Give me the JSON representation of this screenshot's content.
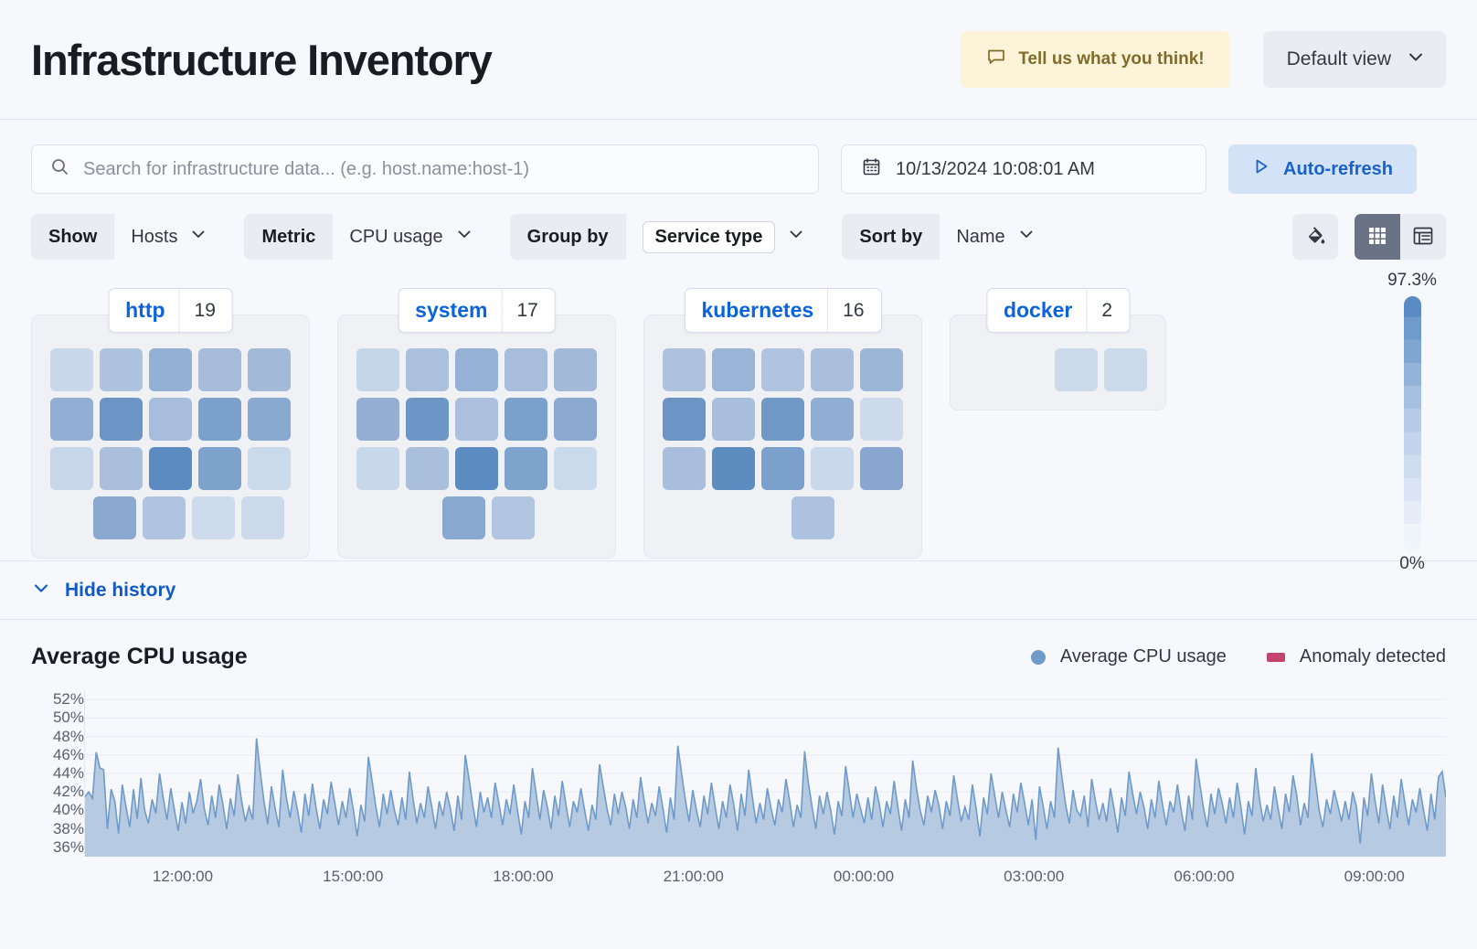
{
  "header": {
    "title": "Infrastructure Inventory",
    "feedback_label": "Tell us what you think!",
    "feedback_icon": "comment-icon",
    "view_label": "Default view",
    "view_chevron_icon": "chevron-down-icon"
  },
  "search": {
    "placeholder": "Search for infrastructure data... (e.g. host.name:host-1)",
    "value": "",
    "icon": "search-icon"
  },
  "datepicker": {
    "value": "10/13/2024 10:08:01 AM",
    "icon": "calendar-icon"
  },
  "autorefresh": {
    "label": "Auto-refresh",
    "icon": "play-icon"
  },
  "controls": [
    {
      "label": "Show",
      "value": "Hosts",
      "boxed": false
    },
    {
      "label": "Metric",
      "value": "CPU usage",
      "boxed": false
    },
    {
      "label": "Group by",
      "value": "Service type",
      "boxed": true
    },
    {
      "label": "Sort by",
      "value": "Name",
      "boxed": false
    }
  ],
  "toolbar_right": {
    "palette_icon": "paint-fill-icon",
    "grid_view_icon": "grid-view-icon",
    "table_view_icon": "table-view-icon",
    "active_view": "grid"
  },
  "legend_scale": {
    "top_label": "97.3%",
    "bottom_label": "0%"
  },
  "groups": [
    {
      "name": "http",
      "count": "19",
      "rows": [
        {
          "offset": "none",
          "tiles": [
            "#c8d8ea",
            "#aec3de",
            "#94b0d5",
            "#a6bcda",
            "#a2b9d8"
          ]
        },
        {
          "offset": "none",
          "tiles": [
            "#93aed4",
            "#6a95c5",
            "#a8bddb",
            "#7ba0cb",
            "#8aa9d1"
          ]
        },
        {
          "offset": "none",
          "tiles": [
            "#c7d7e9",
            "#aabfdc",
            "#5b8bc0",
            "#7da2cc",
            "#cadaeb"
          ]
        },
        {
          "offset": "off1",
          "tiles": [
            "#8aa8d0",
            "#b0c4df",
            "#cddbec",
            "#cbd9ea"
          ]
        }
      ]
    },
    {
      "name": "system",
      "count": "17",
      "rows": [
        {
          "offset": "none",
          "tiles": [
            "#c6d6e9",
            "#abc0dd",
            "#95b1d6",
            "#a8bddb",
            "#a3b9d8"
          ]
        },
        {
          "offset": "none",
          "tiles": [
            "#94aed4",
            "#6b96c6",
            "#acc0dd",
            "#7ba0cb",
            "#8ba9d1"
          ]
        },
        {
          "offset": "none",
          "tiles": [
            "#c8d7ea",
            "#aabfdc",
            "#5c8cc1",
            "#7ea3cd",
            "#cbdaeb"
          ]
        },
        {
          "offset": "center2",
          "tiles": [
            "#89a8d0",
            "#b1c5e0"
          ]
        }
      ]
    },
    {
      "name": "kubernetes",
      "count": "16",
      "rows": [
        {
          "offset": "none",
          "tiles": [
            "#aec2de",
            "#9ab4d7",
            "#b0c4df",
            "#aabfdc",
            "#9cb6d8"
          ]
        },
        {
          "offset": "none",
          "tiles": [
            "#6a95c5",
            "#a9bedc",
            "#7099c8",
            "#90aed3",
            "#ccdaeb"
          ]
        },
        {
          "offset": "none",
          "tiles": [
            "#a9bedc",
            "#5d8cc1",
            "#7ba0cb",
            "#c9d8ea",
            "#88a6cf"
          ]
        },
        {
          "offset": "center1",
          "tiles": [
            "#adc2de"
          ]
        }
      ]
    },
    {
      "name": "docker",
      "count": "2",
      "rows": [
        {
          "offset": "center2",
          "tiles": [
            "#ccd9e8",
            "#ccd9e8"
          ]
        }
      ]
    }
  ],
  "history": {
    "toggle_label": "Hide history",
    "toggle_icon": "chevron-down-icon"
  },
  "chart_data": {
    "type": "area",
    "title": "Average CPU usage",
    "xlabel": "",
    "ylabel": "",
    "ylim": [
      35,
      53
    ],
    "y_ticks": [
      "36%",
      "38%",
      "40%",
      "42%",
      "44%",
      "46%",
      "48%",
      "50%",
      "52%"
    ],
    "y_tick_values": [
      36,
      38,
      40,
      42,
      44,
      46,
      48,
      50,
      52
    ],
    "x_ticks": [
      "12:00:00",
      "15:00:00",
      "18:00:00",
      "21:00:00",
      "00:00:00",
      "03:00:00",
      "06:00:00",
      "09:00:00"
    ],
    "grid": true,
    "legend_position": "top-right",
    "series": [
      {
        "name": "Average CPU usage",
        "color": "#6f9ac9",
        "fill": "#b2c8e0",
        "values": [
          41.5,
          42.0,
          41.3,
          46.3,
          44.6,
          44.4,
          38.0,
          42.3,
          41.0,
          37.5,
          42.8,
          40.4,
          38.2,
          42.3,
          39.1,
          43.5,
          40.0,
          38.6,
          41.2,
          39.7,
          44.0,
          41.3,
          39.0,
          42.4,
          40.0,
          37.8,
          40.9,
          38.6,
          42.0,
          39.7,
          41.0,
          43.4,
          40.2,
          38.4,
          41.6,
          39.2,
          42.8,
          40.6,
          38.0,
          41.3,
          39.4,
          43.9,
          41.0,
          38.8,
          40.4,
          39.0,
          47.8,
          44.2,
          41.0,
          38.5,
          42.6,
          40.2,
          38.2,
          44.4,
          41.4,
          39.2,
          42.1,
          40.0,
          37.6,
          41.8,
          39.4,
          42.9,
          40.2,
          38.0,
          41.2,
          39.6,
          43.1,
          40.8,
          38.4,
          41.0,
          39.2,
          42.4,
          40.0,
          37.2,
          40.6,
          38.8,
          45.8,
          43.2,
          40.4,
          38.2,
          41.8,
          39.6,
          42.2,
          40.0,
          38.4,
          41.4,
          39.0,
          44.2,
          41.2,
          38.6,
          40.8,
          39.2,
          42.6,
          40.4,
          38.0,
          41.0,
          39.4,
          42.0,
          40.2,
          37.8,
          41.6,
          39.0,
          46.0,
          43.4,
          40.6,
          38.2,
          42.0,
          39.8,
          41.4,
          39.2,
          43.0,
          40.8,
          38.4,
          41.2,
          39.6,
          42.8,
          40.0,
          37.4,
          41.0,
          39.2,
          44.6,
          41.8,
          39.0,
          42.2,
          40.4,
          38.0,
          41.6,
          39.4,
          43.2,
          40.6,
          38.2,
          41.0,
          39.8,
          42.4,
          40.0,
          37.8,
          40.6,
          39.0,
          45.0,
          42.6,
          40.2,
          38.4,
          41.8,
          39.6,
          42.0,
          40.4,
          38.0,
          41.2,
          39.2,
          43.6,
          41.0,
          38.6,
          40.8,
          39.4,
          42.6,
          40.2,
          37.6,
          41.4,
          39.0,
          47.0,
          44.0,
          41.2,
          38.8,
          42.2,
          40.0,
          38.2,
          41.6,
          39.6,
          43.0,
          40.4,
          38.0,
          41.0,
          39.2,
          42.8,
          40.6,
          37.8,
          41.8,
          39.4,
          44.4,
          41.4,
          38.6,
          40.8,
          39.0,
          42.4,
          40.2,
          38.4,
          41.2,
          39.8,
          43.4,
          41.0,
          38.2,
          40.6,
          39.2,
          46.4,
          43.0,
          40.4,
          38.0,
          41.6,
          39.6,
          42.0,
          40.0,
          37.4,
          41.0,
          39.4,
          44.8,
          42.0,
          39.2,
          41.8,
          40.2,
          38.6,
          41.4,
          39.0,
          42.6,
          40.8,
          38.2,
          41.0,
          39.6,
          43.2,
          40.4,
          37.8,
          41.2,
          39.2,
          45.4,
          42.4,
          40.0,
          38.4,
          41.6,
          39.8,
          42.2,
          40.6,
          38.0,
          41.0,
          39.4,
          43.8,
          41.2,
          38.8,
          40.4,
          39.0,
          42.8,
          40.2,
          37.2,
          41.4,
          39.6,
          44.0,
          41.6,
          39.2,
          42.0,
          40.0,
          38.2,
          41.8,
          39.8,
          43.0,
          40.8,
          38.4,
          41.2,
          36.8,
          42.6,
          40.4,
          38.0,
          41.0,
          39.2,
          46.8,
          43.6,
          40.6,
          38.6,
          42.2,
          40.0,
          39.4,
          41.6,
          38.2,
          43.4,
          41.0,
          39.0,
          40.8,
          38.8,
          42.4,
          40.2,
          37.6,
          41.4,
          39.4,
          44.2,
          41.8,
          39.6,
          42.0,
          40.4,
          38.0,
          41.2,
          39.2,
          43.2,
          40.6,
          38.4,
          41.0,
          39.8,
          42.8,
          40.0,
          37.8,
          41.6,
          39.0,
          45.6,
          42.8,
          40.2,
          38.2,
          41.8,
          39.6,
          42.4,
          40.8,
          38.6,
          41.4,
          39.2,
          43.0,
          40.4,
          37.4,
          41.0,
          39.4,
          44.6,
          41.2,
          38.8,
          40.6,
          39.0,
          42.6,
          40.2,
          38.0,
          41.8,
          39.8,
          43.8,
          41.6,
          38.4,
          40.8,
          39.2,
          46.2,
          43.2,
          40.0,
          38.2,
          41.2,
          39.6,
          42.2,
          40.6,
          38.8,
          41.0,
          39.0,
          42.0,
          40.4,
          36.4,
          41.4,
          39.4,
          44.0,
          41.0,
          38.6,
          42.8,
          40.2,
          38.0,
          41.6,
          39.2,
          43.4,
          40.8,
          38.4,
          41.2,
          39.8,
          42.4,
          40.0,
          37.8,
          41.8,
          39.0,
          43.6,
          44.2,
          41.4
        ]
      }
    ],
    "legend": [
      {
        "label": "Average CPU usage",
        "marker": "dot",
        "color": "#6f9ac9"
      },
      {
        "label": "Anomaly detected",
        "marker": "square",
        "color": "#c4446e"
      }
    ]
  }
}
